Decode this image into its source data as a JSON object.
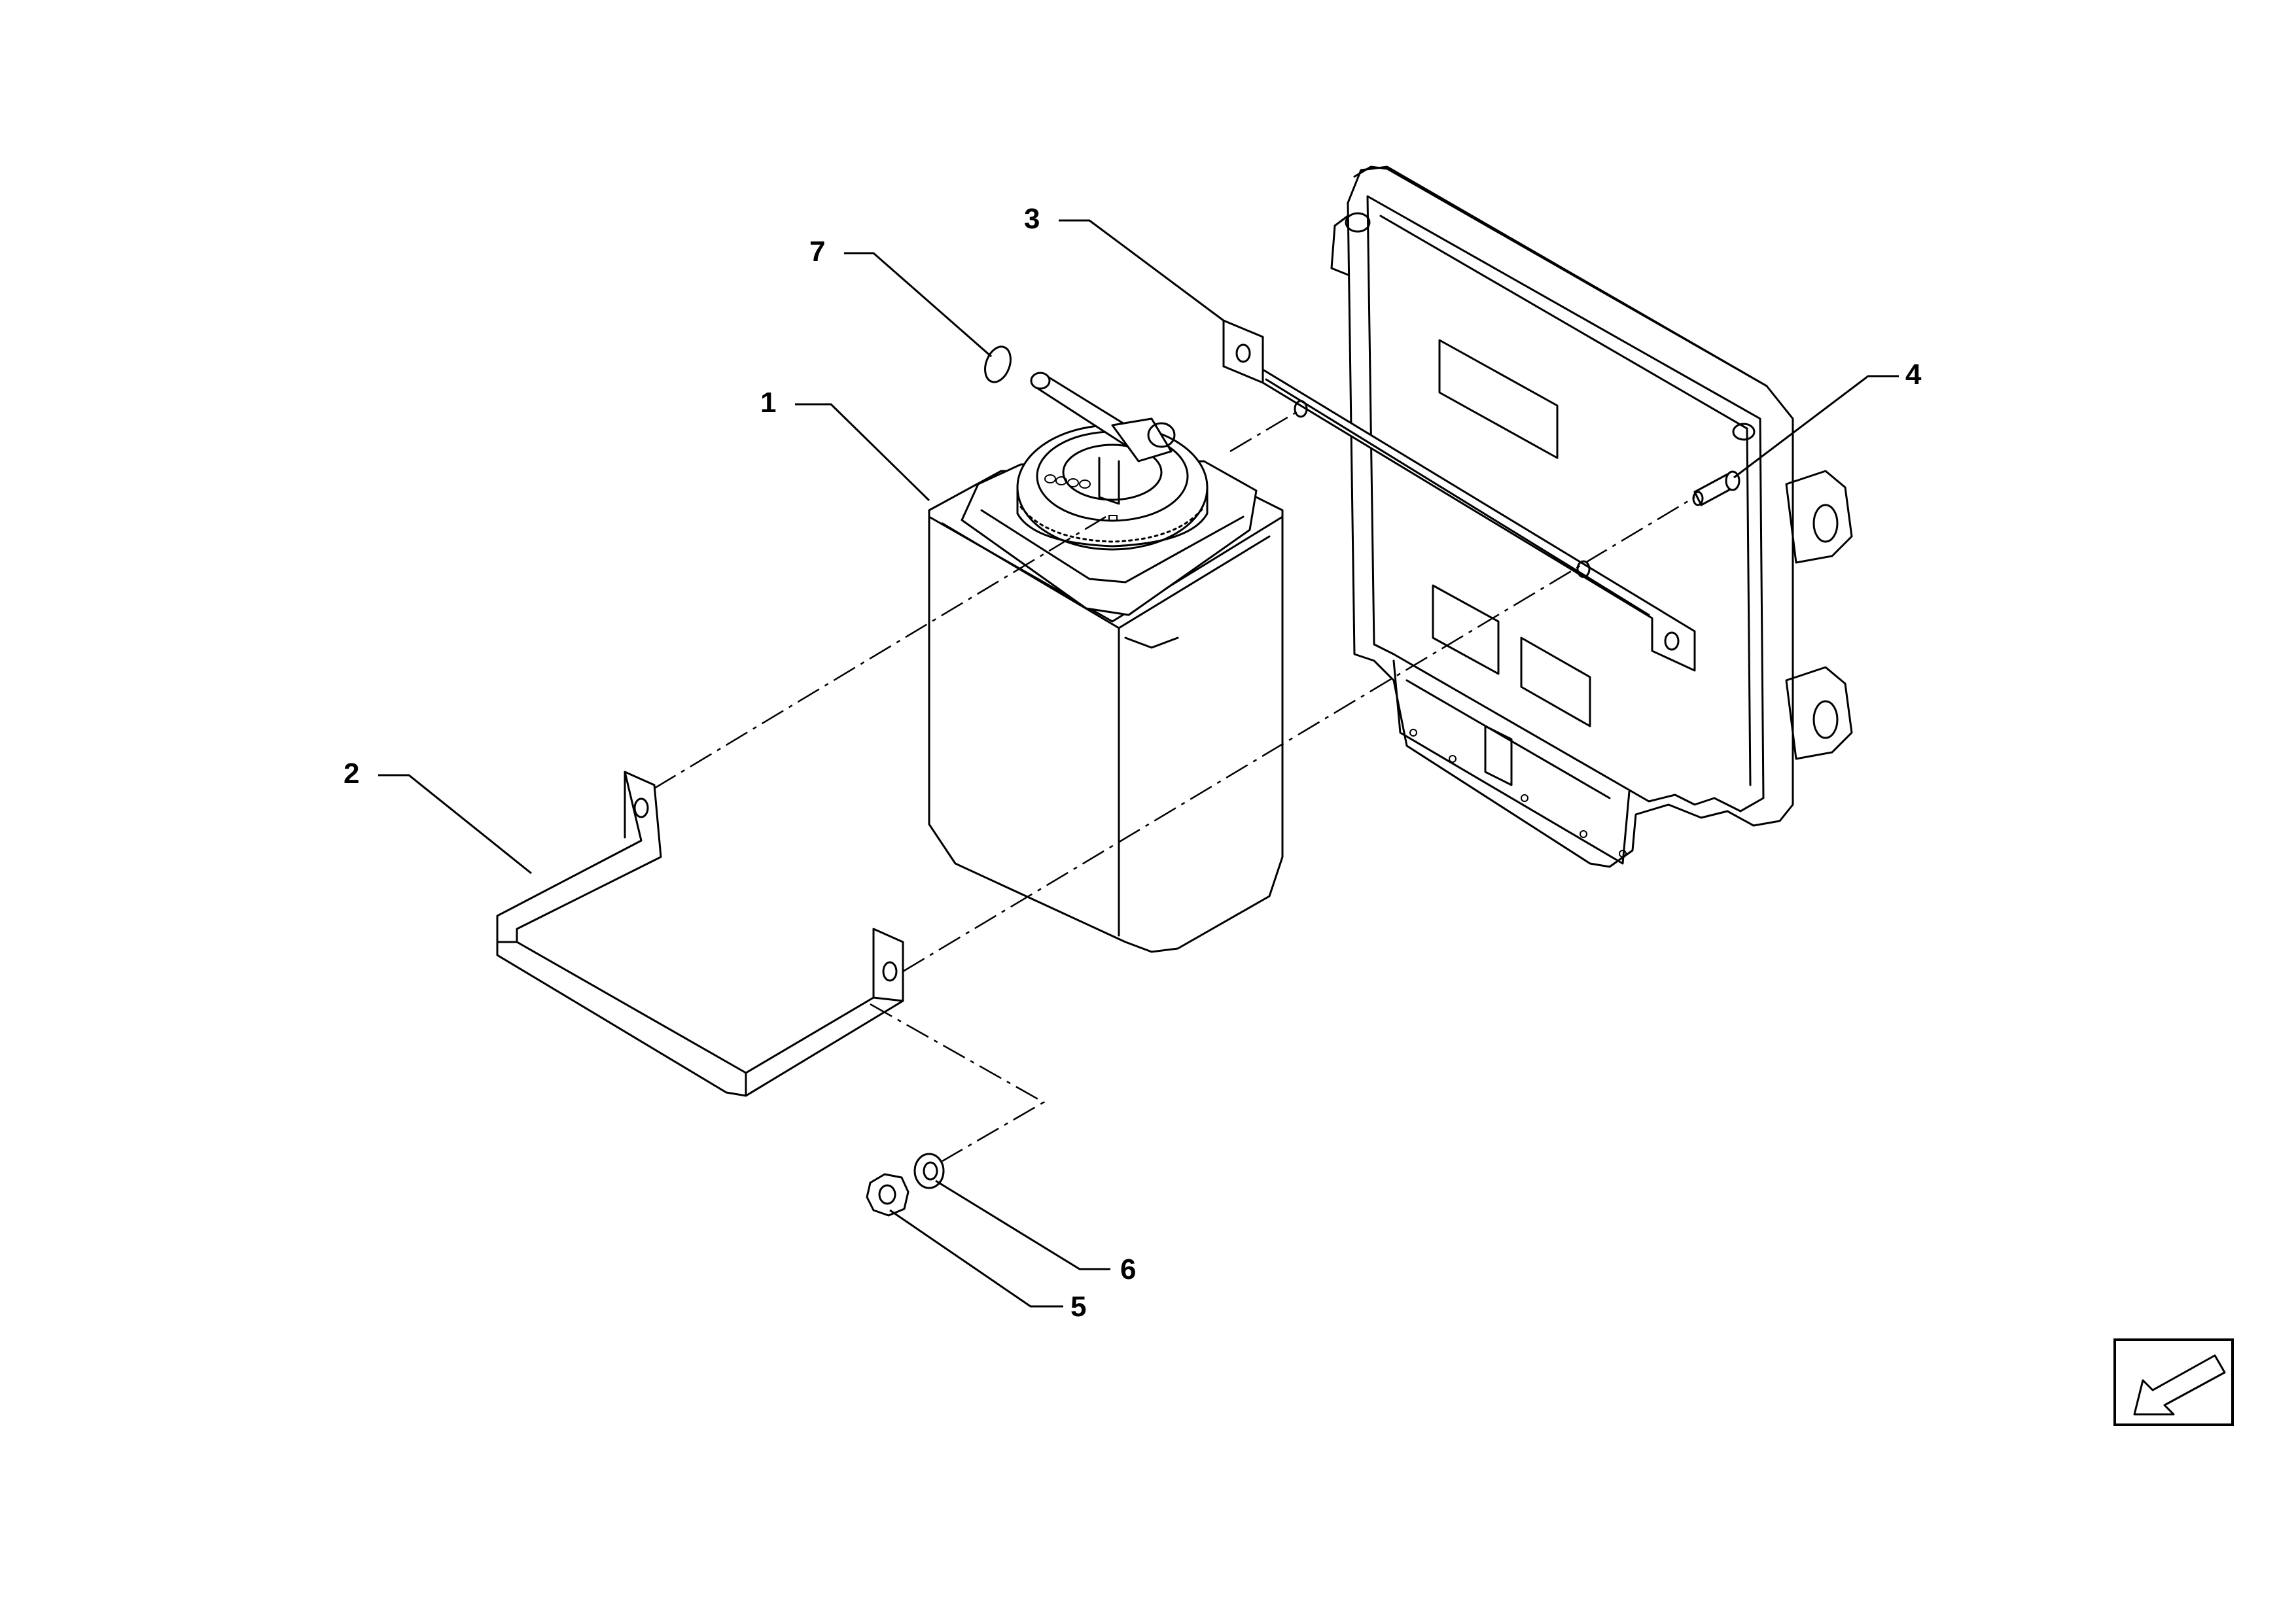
{
  "callouts": [
    {
      "id": "1",
      "label": "1"
    },
    {
      "id": "2",
      "label": "2"
    },
    {
      "id": "3",
      "label": "3"
    },
    {
      "id": "4",
      "label": "4"
    },
    {
      "id": "5",
      "label": "5"
    },
    {
      "id": "6",
      "label": "6"
    },
    {
      "id": "7",
      "label": "7"
    }
  ],
  "parts": {
    "tank": "reservoir",
    "bracket_lower": "u-bracket",
    "bracket_upper": "flat-bracket",
    "module": "control-unit",
    "stud": "stud",
    "nut": "nut",
    "washer": "washer",
    "oring": "o-ring"
  },
  "nav": {
    "arrow_icon": "orientation-arrow-icon"
  }
}
